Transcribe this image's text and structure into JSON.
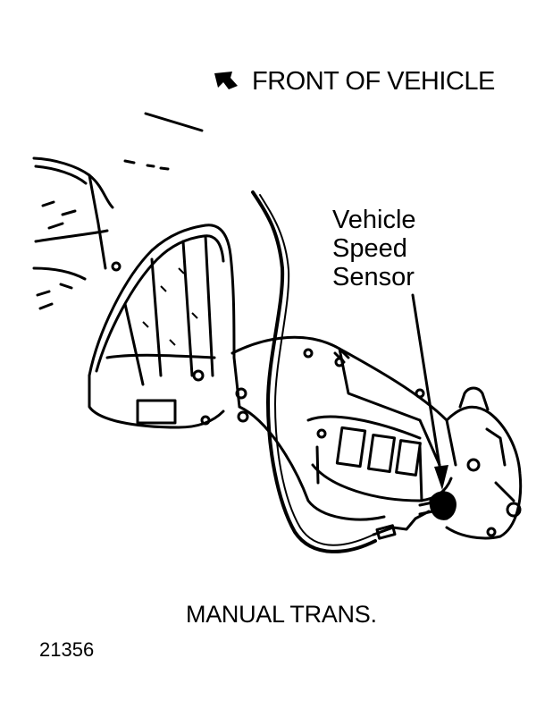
{
  "front_label": "FRONT OF VEHICLE",
  "sensor_label_lines": [
    "Vehicle",
    "Speed",
    "Sensor"
  ],
  "caption": "MANUAL TRANS.",
  "figure_number": "21356",
  "icons": {
    "front_arrow": "arrow-icon"
  },
  "colors": {
    "ink": "#000000",
    "background": "#ffffff"
  }
}
